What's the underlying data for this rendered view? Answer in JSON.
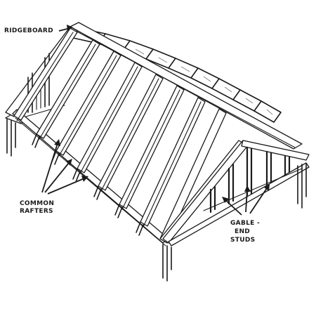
{
  "labels": {
    "ridgeboard": "RIDGEBOARD",
    "common_rafters_line1": "COMMON",
    "common_rafters_line2": "RAFTERS",
    "gable_end_studs_line1": "GABLE -",
    "gable_end_studs_line2": "END",
    "gable_end_studs_line3": "STUDS"
  }
}
